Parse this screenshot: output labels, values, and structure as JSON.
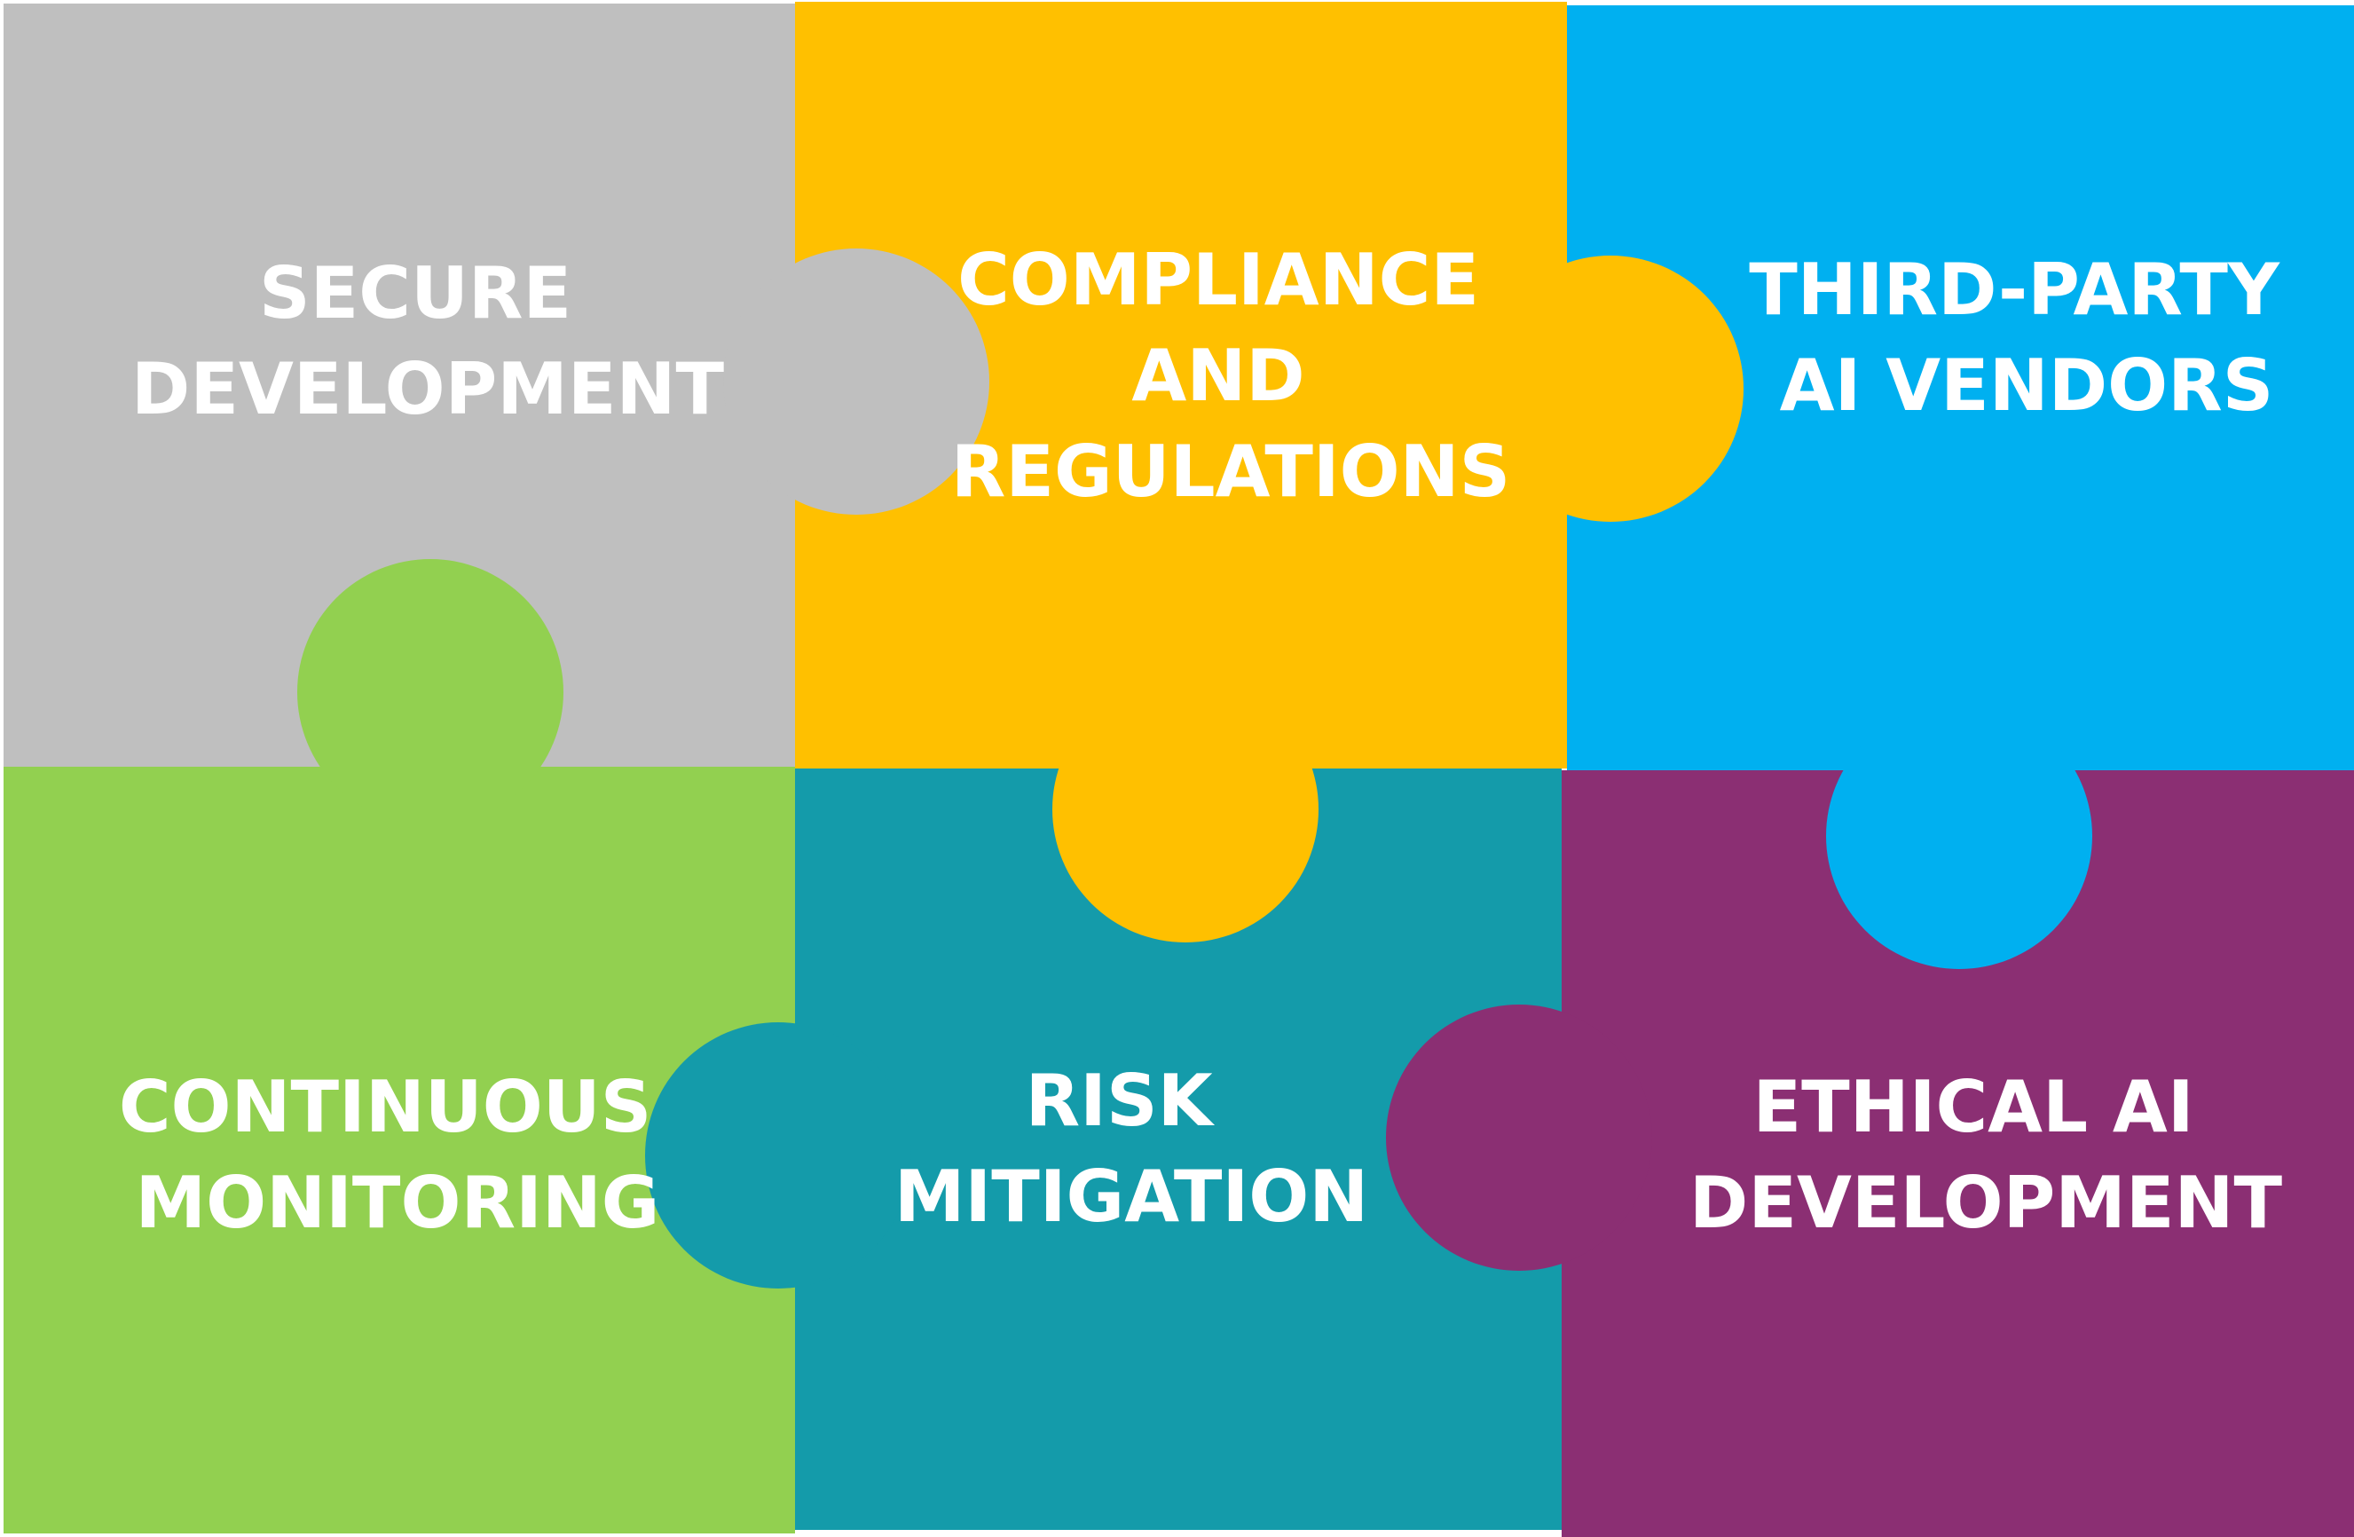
{
  "pieces": [
    {
      "id": "secure-development",
      "lines": [
        "SECURE",
        "DEVELOPMENT"
      ],
      "color": "#BFBFBF"
    },
    {
      "id": "compliance-and-regulations",
      "lines": [
        "COMPLIANCE",
        "AND",
        "REGULATIONS"
      ],
      "color": "#FFC000"
    },
    {
      "id": "third-party-ai-vendors",
      "lines": [
        "THIRD-PARTY",
        "AI VENDORS"
      ],
      "color": "#00B0F0"
    },
    {
      "id": "continuous-monitoring",
      "lines": [
        "CONTINUOUS",
        "MONITORING"
      ],
      "color": "#92D050"
    },
    {
      "id": "risk-mitigation",
      "lines": [
        "RISK",
        "MITIGATION"
      ],
      "color": "#149BAA"
    },
    {
      "id": "ethical-ai-development",
      "lines": [
        "ETHICAL AI",
        "DEVELOPMENT"
      ],
      "color": "#8B2F73"
    }
  ]
}
